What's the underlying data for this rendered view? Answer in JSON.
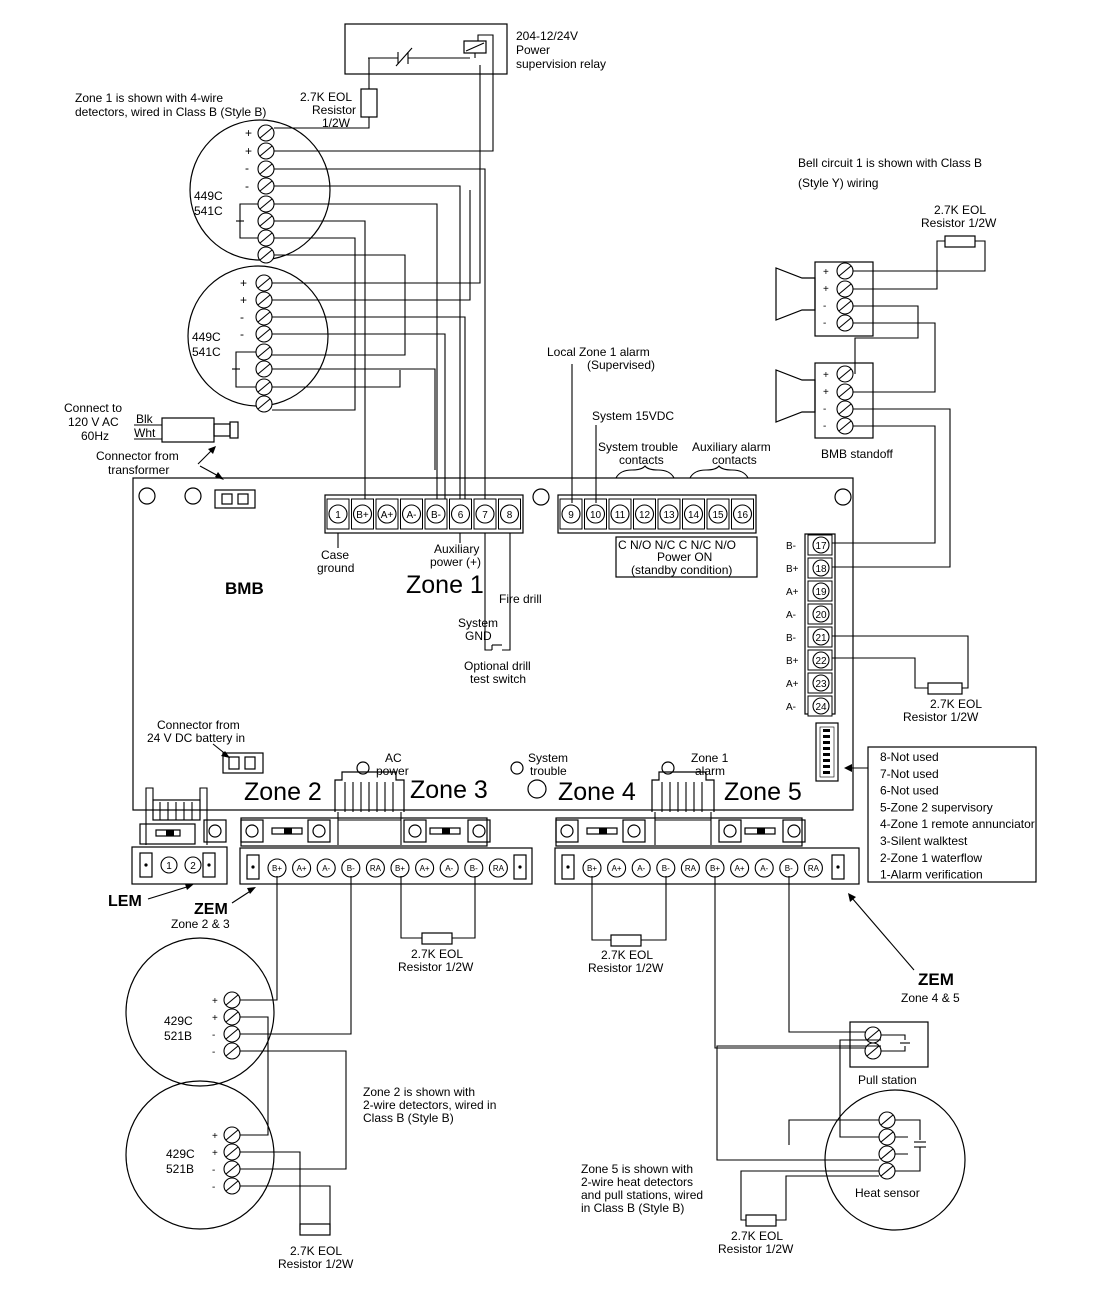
{
  "relay": {
    "line1": "204-12/24V",
    "line2": "Power",
    "line3": "supervision relay"
  },
  "eol_resistor": {
    "line1": "2.7K EOL",
    "line2": "Resistor 1/2W"
  },
  "eol_relay": {
    "line1": "2.7K EOL",
    "line2": "Resistor",
    "line3": "1/2W"
  },
  "zone1_note": {
    "line1": "Zone 1 is shown with 4-wire",
    "line2": "detectors, wired in Class B (Style B)"
  },
  "detector_4wire": {
    "model1": "449C",
    "model2": "541C",
    "polarity": [
      "+",
      "+",
      "-",
      "-"
    ]
  },
  "detector_2wire": {
    "model1": "429C",
    "model2": "521B",
    "polarity": [
      "+",
      "+",
      "-",
      "-"
    ]
  },
  "bell_note": {
    "line1": "Bell circuit 1 is shown with Class B",
    "line2": "(Style Y) wiring"
  },
  "bell_polarity": [
    "+",
    "+",
    "-",
    "-"
  ],
  "connect_ac": {
    "line1": "Connect to",
    "line2": "120 V AC",
    "line3": "60Hz",
    "blk": "Blk",
    "wht": "Wht"
  },
  "transformer": {
    "line1": "Connector from",
    "line2": "transformer"
  },
  "battery": {
    "line1": "Connector from",
    "line2": "24 V DC battery in"
  },
  "bmb": {
    "label": "BMB",
    "standoff": "BMB standoff"
  },
  "terminals_left": [
    "1",
    "B+",
    "A+",
    "A-",
    "B-",
    "6",
    "7",
    "8"
  ],
  "terminals_right": [
    "9",
    "10",
    "11",
    "12",
    "13",
    "14",
    "15",
    "16"
  ],
  "terminals_side": [
    {
      "num": "17",
      "pol": "B-"
    },
    {
      "num": "18",
      "pol": "B+"
    },
    {
      "num": "19",
      "pol": "A+"
    },
    {
      "num": "20",
      "pol": "A-"
    },
    {
      "num": "21",
      "pol": "B-"
    },
    {
      "num": "22",
      "pol": "B+"
    },
    {
      "num": "23",
      "pol": "A+"
    },
    {
      "num": "24",
      "pol": "A-"
    }
  ],
  "labels": {
    "case_ground": [
      "Case",
      "ground"
    ],
    "aux_power": [
      "Auxiliary",
      "power (+)"
    ],
    "fire_drill": "Fire drill",
    "system_gnd": [
      "System",
      "GND"
    ],
    "drill_switch": [
      "Optional drill",
      "test switch"
    ],
    "local_alarm": [
      "Local Zone 1 alarm",
      "(Supervised)"
    ],
    "system_15vdc": "System 15VDC",
    "sys_trouble": [
      "System trouble",
      "contacts"
    ],
    "aux_alarm": [
      "Auxiliary alarm",
      "contacts"
    ],
    "contact_row": "C  N/O N/C C  N/C N/O",
    "power_on": [
      "Power ON",
      "(standby condition)"
    ],
    "ac_power": [
      "AC",
      "power"
    ],
    "sys_trouble_led": [
      "System",
      "trouble"
    ],
    "zone1_alarm_led": [
      "Zone 1",
      "alarm"
    ]
  },
  "zones": [
    "Zone 1",
    "Zone 2",
    "Zone 3",
    "Zone 4",
    "Zone 5"
  ],
  "dip_legend": [
    "8-Not used",
    "7-Not used",
    "6-Not used",
    "5-Zone 2 supervisory",
    "4-Zone 1 remote annunciator",
    "3-Silent walktest",
    "2-Zone 1 waterflow",
    "1-Alarm verification"
  ],
  "lem": {
    "label": "LEM",
    "terms": [
      "1",
      "2"
    ]
  },
  "zem23": {
    "label": "ZEM",
    "sub": "Zone 2 & 3",
    "terms": [
      "B+",
      "A+",
      "A-",
      "B-",
      "RA",
      "B+",
      "A+",
      "A-",
      "B-",
      "RA"
    ]
  },
  "zem45": {
    "label": "ZEM",
    "sub": "Zone 4 & 5",
    "terms": [
      "B+",
      "A+",
      "A-",
      "B-",
      "RA",
      "B+",
      "A+",
      "A-",
      "B-",
      "RA"
    ]
  },
  "zone2_note": {
    "line1": "Zone 2 is shown with",
    "line2": "2-wire detectors, wired in",
    "line3": "Class B (Style B)"
  },
  "zone5_note": {
    "line1": "Zone 5 is shown with",
    "line2": "2-wire heat detectors",
    "line3": "and pull stations, wired",
    "line4": "in Class B (Style B)"
  },
  "pull_station": "Pull station",
  "heat_sensor": "Heat sensor"
}
